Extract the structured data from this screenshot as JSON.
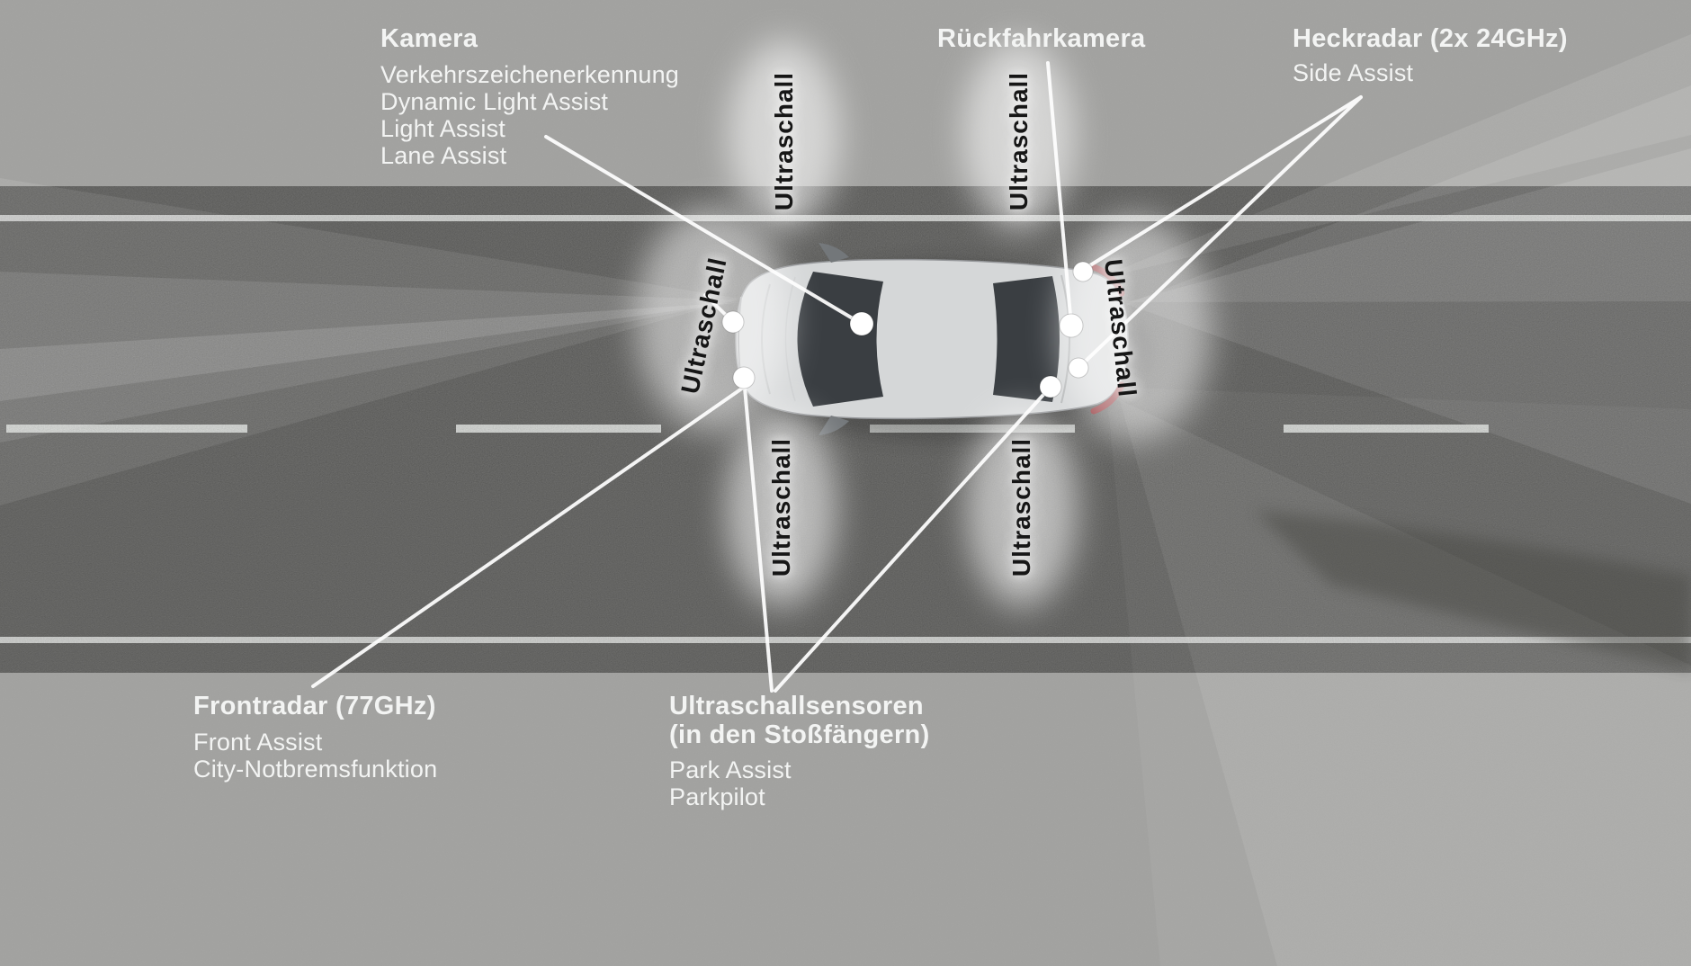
{
  "theme": {
    "shoulder": "#9e9e9c",
    "asphalt": "#4b4b49",
    "lane_marking": "#e9ece9",
    "label_text": "#f3f4f3",
    "zone_text": "#161616",
    "leader_line": "#ffffff",
    "car_body": "#d5d7d8",
    "glass": "#3a3e42",
    "taillight": "#8b2b2f"
  },
  "labels": {
    "kamera": {
      "title": "Kamera",
      "lines": [
        "Verkehrszeichenerkennung",
        "Dynamic Light Assist",
        "Light Assist",
        "Lane Assist"
      ]
    },
    "rear_camera": {
      "title": "Rückfahrkamera"
    },
    "rear_radar": {
      "title": "Heckradar (2x 24GHz)",
      "lines": [
        "Side Assist"
      ]
    },
    "front_radar": {
      "title": "Frontradar (77GHz)",
      "lines": [
        "Front Assist",
        "City-Notbremsfunktion"
      ]
    },
    "ultrasonic": {
      "title_line1": "Ultraschallsensoren",
      "title_line2": "(in den Stoßfängern)",
      "lines": [
        "Park Assist",
        "Parkpilot"
      ]
    },
    "zones": [
      "Ultraschall",
      "Ultraschall",
      "Ultraschall",
      "Ultraschall",
      "Ultraschall",
      "Ultraschall"
    ]
  }
}
